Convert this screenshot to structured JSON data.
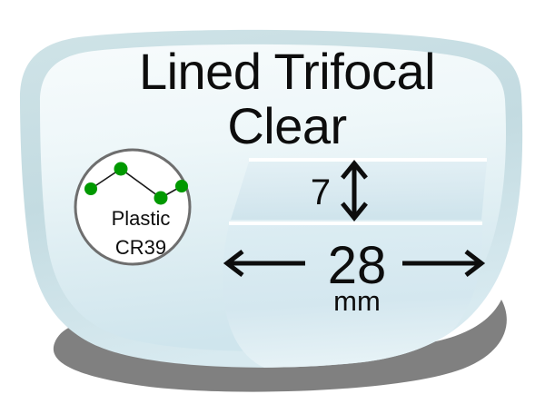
{
  "illustration": {
    "product_title_line1": "Lined Trifocal",
    "product_title_line2": "Clear",
    "badge": {
      "material_line1": "Plastic",
      "material_line2": "CR39",
      "icon_name": "green-polyline-chart-icon",
      "dot_color": "#009900",
      "border_color": "#6e6e6e",
      "fill_color": "#ffffff"
    },
    "segments": {
      "intermediate_height_value": "7",
      "near_width_value": "28",
      "near_width_unit": "mm"
    },
    "colors": {
      "lens_rim": "#c3dbe1",
      "lens_top": "#f4fafb",
      "lens_bottom": "#cfe5ed",
      "segment_fill": "#dceaf0",
      "segment_line": "#ffffff",
      "shadow": "#808080",
      "text": "#0d0d0d"
    }
  },
  "chart_data": {
    "type": "line",
    "title": "Plastic CR39",
    "x": [
      1,
      2,
      3,
      4
    ],
    "values": [
      2,
      4,
      1,
      3
    ],
    "series": [
      {
        "name": "material-indicator",
        "values": [
          2,
          4,
          1,
          3
        ]
      }
    ],
    "xlabel": "",
    "ylabel": "",
    "ylim": [
      0,
      5
    ],
    "grid": false,
    "legend": "none",
    "marker_color": "#009900"
  }
}
